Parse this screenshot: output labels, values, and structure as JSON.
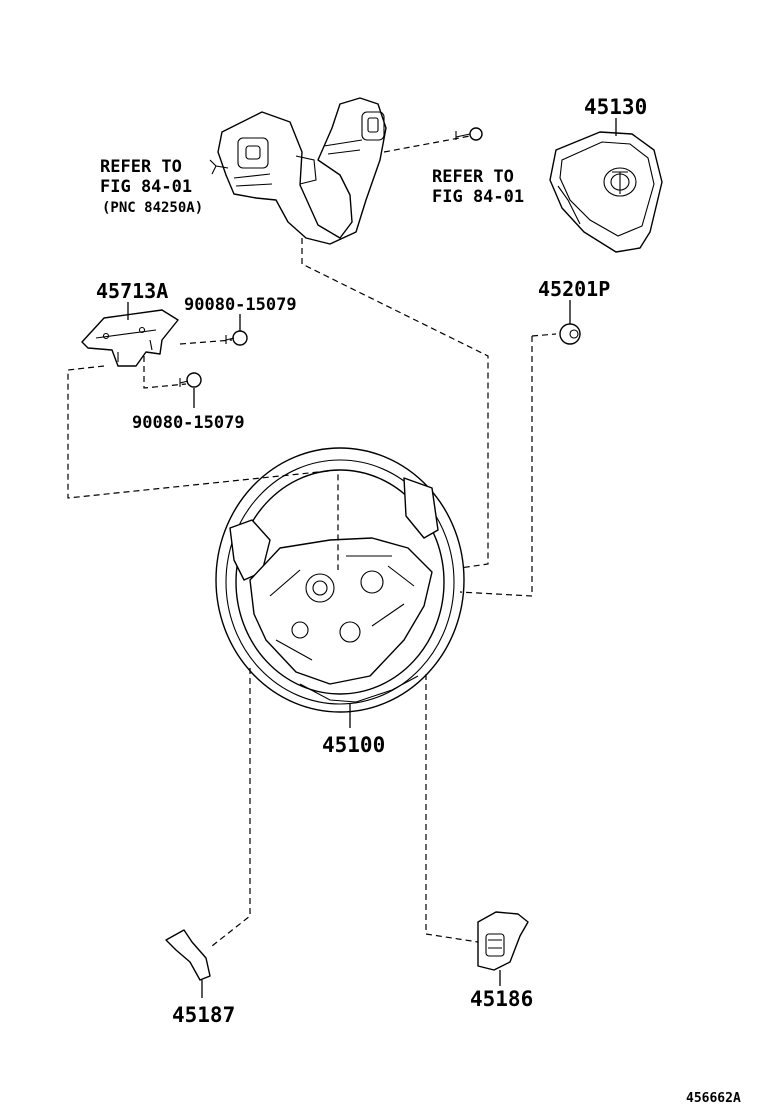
{
  "diagram_id": "456662A",
  "labels": {
    "refer_left_line1": "REFER TO",
    "refer_left_line2": "FIG 84-01",
    "refer_left_line3": "(PNC 84250A)",
    "refer_right_line1": "REFER TO",
    "refer_right_line2": "FIG 84-01",
    "p45130": "45130",
    "p45713A": "45713A",
    "p90080_a": "90080-15079",
    "p90080_b": "90080-15079",
    "p45201P": "45201P",
    "p45100": "45100",
    "p45187": "45187",
    "p45186": "45186"
  }
}
